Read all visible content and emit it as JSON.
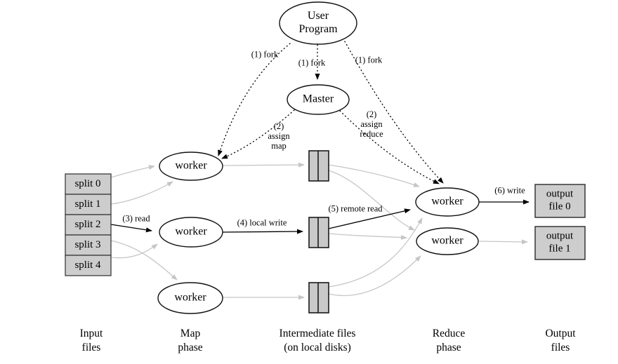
{
  "nodes": {
    "user_program": {
      "line1": "User",
      "line2": "Program"
    },
    "master": "Master",
    "map_worker_1": "worker",
    "map_worker_2": "worker",
    "map_worker_3": "worker",
    "reduce_worker_1": "worker",
    "reduce_worker_2": "worker"
  },
  "input_splits": [
    "split 0",
    "split 1",
    "split 2",
    "split 3",
    "split 4"
  ],
  "output_files": [
    {
      "line1": "output",
      "line2": "file 0"
    },
    {
      "line1": "output",
      "line2": "file 1"
    }
  ],
  "edge_labels": {
    "fork_left": "(1) fork",
    "fork_mid": "(1) fork",
    "fork_right": "(1) fork",
    "assign_map": {
      "line1": "(2)",
      "line2": "assign",
      "line3": "map"
    },
    "assign_reduce": {
      "line1": "(2)",
      "line2": "assign",
      "line3": "reduce"
    },
    "read": "(3) read",
    "local_write": "(4) local write",
    "remote_read": "(5) remote read",
    "write": "(6) write"
  },
  "phase_labels": {
    "input": {
      "line1": "Input",
      "line2": "files"
    },
    "map": {
      "line1": "Map",
      "line2": "phase"
    },
    "intermediate": {
      "line1": "Intermediate files",
      "line2": "(on local disks)"
    },
    "reduce": {
      "line1": "Reduce",
      "line2": "phase"
    },
    "output": {
      "line1": "Output",
      "line2": "files"
    }
  },
  "colors": {
    "node_fill": "#ffffff",
    "node_stroke": "#111111",
    "box_fill": "#cdcdcd",
    "gray_edge": "#c6c6c6",
    "black_edge": "#000000",
    "background": "#ffffff"
  }
}
